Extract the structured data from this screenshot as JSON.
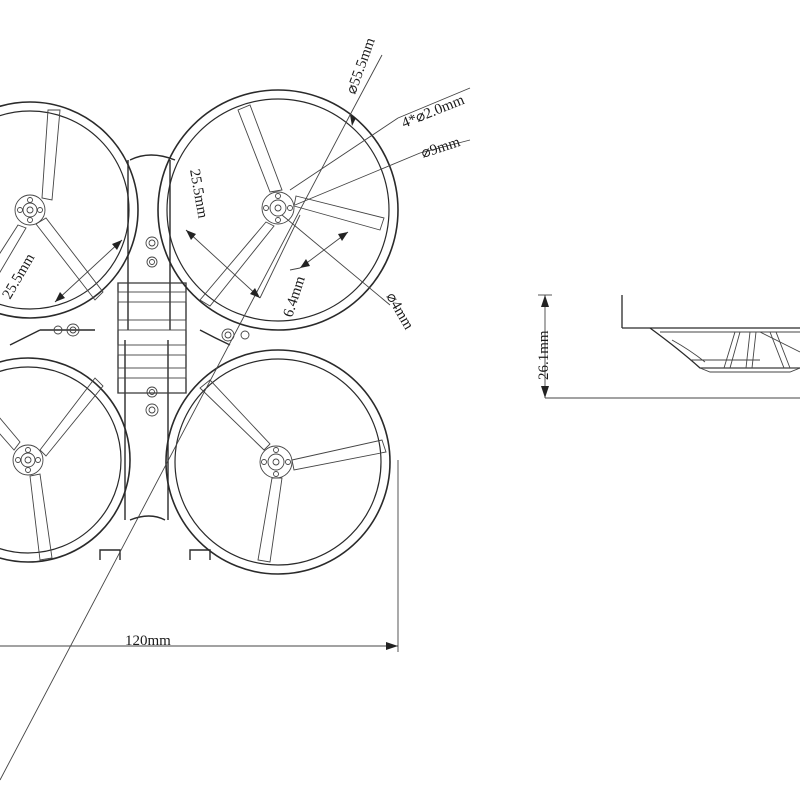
{
  "top_view": {
    "labels": {
      "prop_diameter": "⌀55.5mm",
      "mount_holes": "4*⌀2.0mm",
      "motor_hole": "⌀9mm",
      "motor_spacing": "25.5mm",
      "motor_spacing_2": "25.5mm",
      "hole_spacing": "6.4mm",
      "shaft": "⌀4mm",
      "width": "120mm"
    }
  },
  "side_view": {
    "labels": {
      "height": "26.1mm"
    }
  }
}
